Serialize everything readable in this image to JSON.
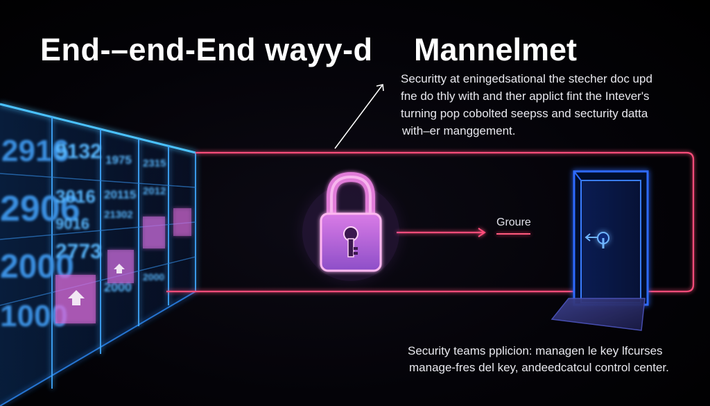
{
  "heading": {
    "left_title": "End-–end-End wayy-d",
    "right_title": "Mannelmet"
  },
  "description": {
    "lines": [
      "Securitty at eningedsational the stecher doc upd",
      "fne do thly with and ther applict fint the Intever's",
      "turning pop cobolted seepss and secturity datta",
      "with–er manggement."
    ]
  },
  "flow_label": "Groure",
  "footer": {
    "lines": [
      "Security teams pplicion: managen le key lfcurses",
      "manage-fres del key, andeedcatcul control center."
    ]
  },
  "data_wall": {
    "numbers": [
      "2916",
      "9132",
      "1975",
      "2315",
      "2906",
      "3016",
      "20115",
      "2012",
      "21302",
      "9016",
      "2773",
      "2000",
      "1000",
      "2000",
      "2000"
    ]
  },
  "colors": {
    "background": "#000000",
    "neon_pink": "#ff4d7a",
    "neon_blue": "#3aa8ff",
    "lock_purple": "#c26be0",
    "door_blue": "#2f6bff"
  },
  "icons": {
    "lock": "padlock-icon",
    "door": "door-icon",
    "arrow": "arrow-icon",
    "key_wall": "key-icon"
  }
}
